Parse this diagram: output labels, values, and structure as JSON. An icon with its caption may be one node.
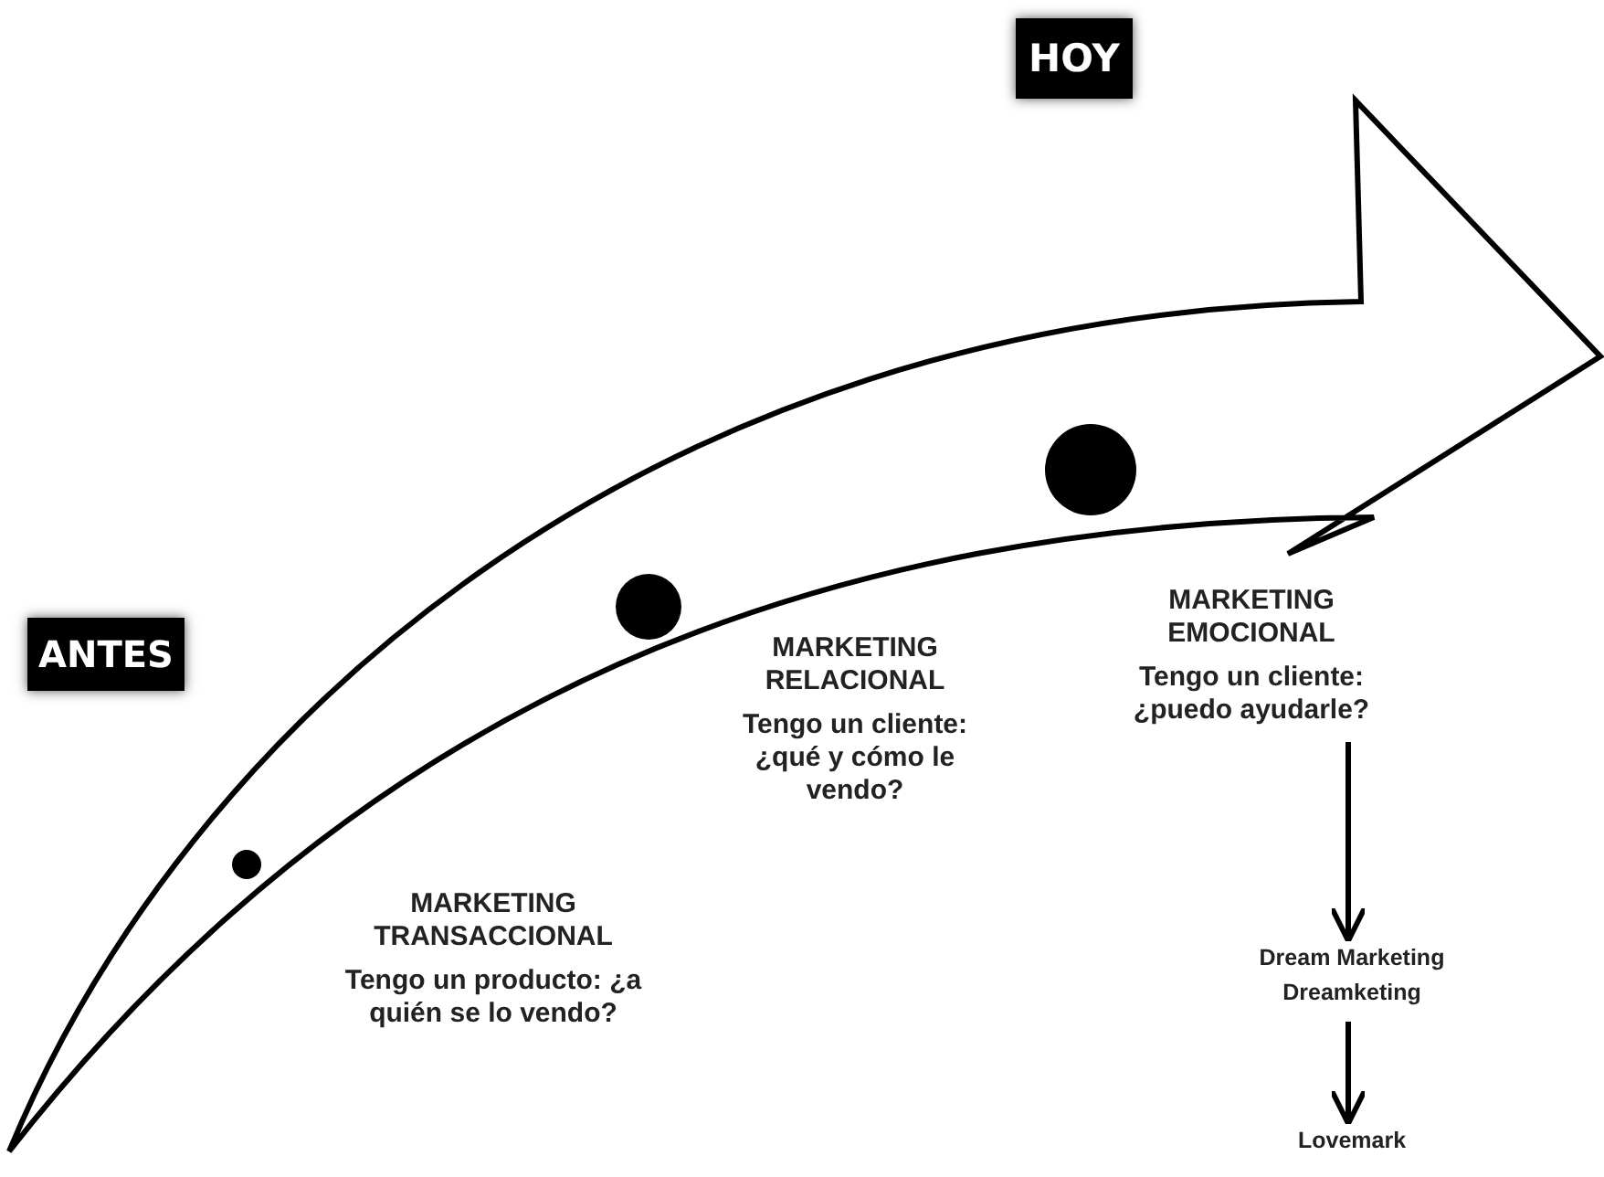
{
  "diagram": {
    "nodes": [
      {
        "text": [
          "HOY"
        ]
      },
      {
        "text": [
          "ANTES"
        ]
      },
      {
        "text": [],
        "shape": "circle"
      },
      {
        "text": [],
        "shape": "circle"
      },
      {
        "text": [],
        "shape": "circle"
      },
      {
        "text": [
          "MARKETING TRANSACCIONAL",
          "Tengo un producto: ¿a quién se lo vendo?"
        ]
      },
      {
        "text": [
          "MARKETING RELACIONAL",
          "Tengo un cliente: ¿qué y cómo le vendo?"
        ]
      },
      {
        "text": [
          "MARKETING EMOCIONAL",
          "Tengo un cliente: ¿puedo ayudarle?"
        ]
      },
      {
        "text": [
          "Dream Marketing",
          "Dreamketing"
        ]
      },
      {
        "text": [
          "Lovemark"
        ]
      }
    ],
    "edges": [
      {
        "from": 7,
        "to": 8,
        "arrow": "to"
      },
      {
        "from": 8,
        "to": 9,
        "arrow": "to"
      }
    ]
  }
}
